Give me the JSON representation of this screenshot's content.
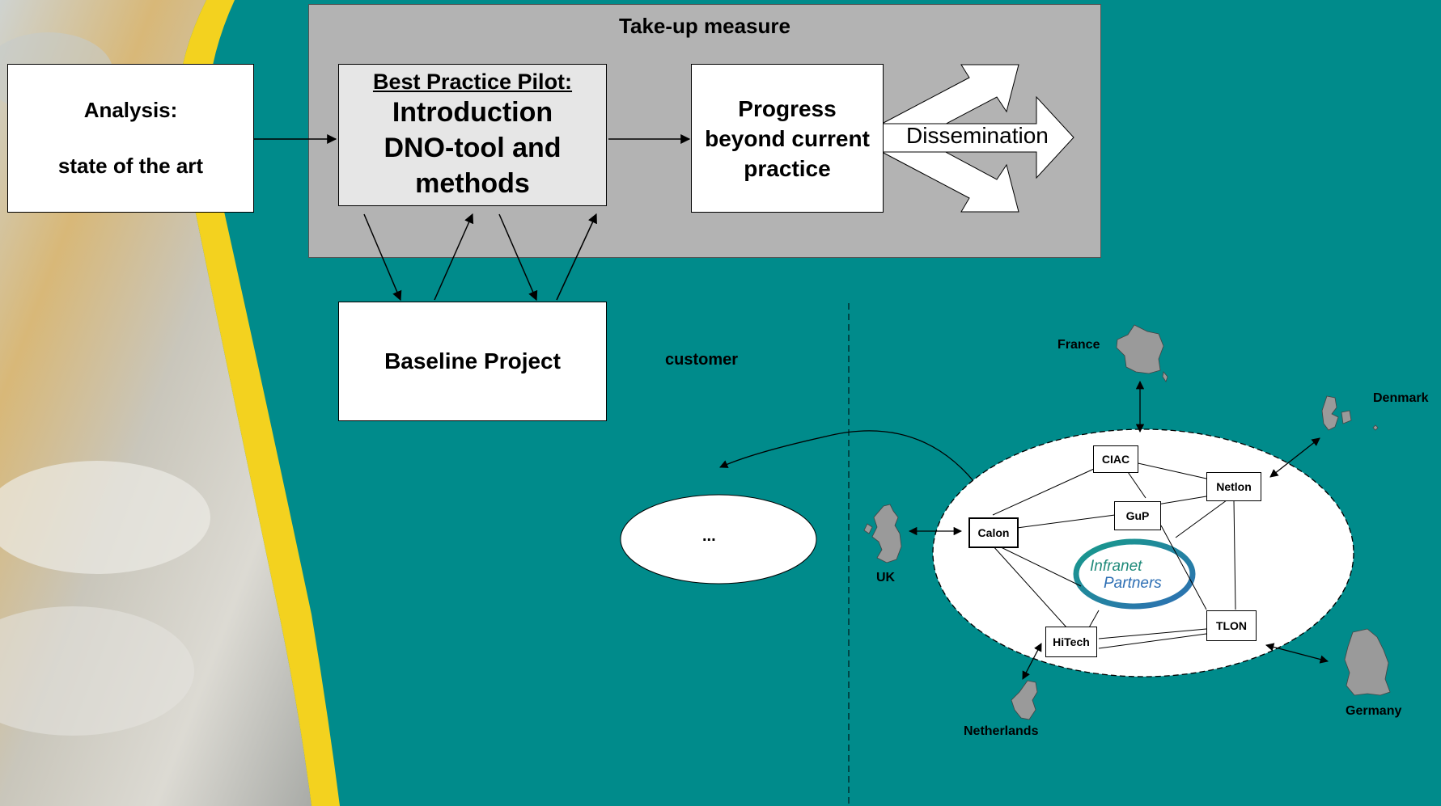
{
  "panel": {
    "title": "Take-up measure"
  },
  "analysis": {
    "line1": "Analysis:",
    "line2": "state of the art"
  },
  "pilot": {
    "heading": "Best Practice Pilot:",
    "line1": "Introduction",
    "line2": "DNO-tool and",
    "line3": "methods"
  },
  "progress": {
    "line1": "Progress",
    "line2": "beyond current",
    "line3": "practice"
  },
  "dissemination": {
    "label": "Dissemination"
  },
  "baseline": {
    "label": "Baseline Project"
  },
  "customer": {
    "label": "customer",
    "ellipsis": "..."
  },
  "network": {
    "logo_line1": "Infranet",
    "logo_line2": "Partners",
    "nodes": {
      "ciac": "CIAC",
      "netlon": "Netlon",
      "gup": "GuP",
      "calon": "Calon",
      "tlon": "TLON",
      "hitech": "HiTech"
    },
    "countries": {
      "france": "France",
      "denmark": "Denmark",
      "uk": "UK",
      "netherlands": "Netherlands",
      "germany": "Germany"
    }
  },
  "colors": {
    "background": "#008b8b",
    "panel": "#b3b3b3",
    "pilot_box": "#e6e6e6",
    "accent_yellow": "#f3d21f",
    "ring_blue": "#2e6fb4",
    "ring_teal": "#179a8a",
    "map_grey": "#9a9a9a"
  }
}
